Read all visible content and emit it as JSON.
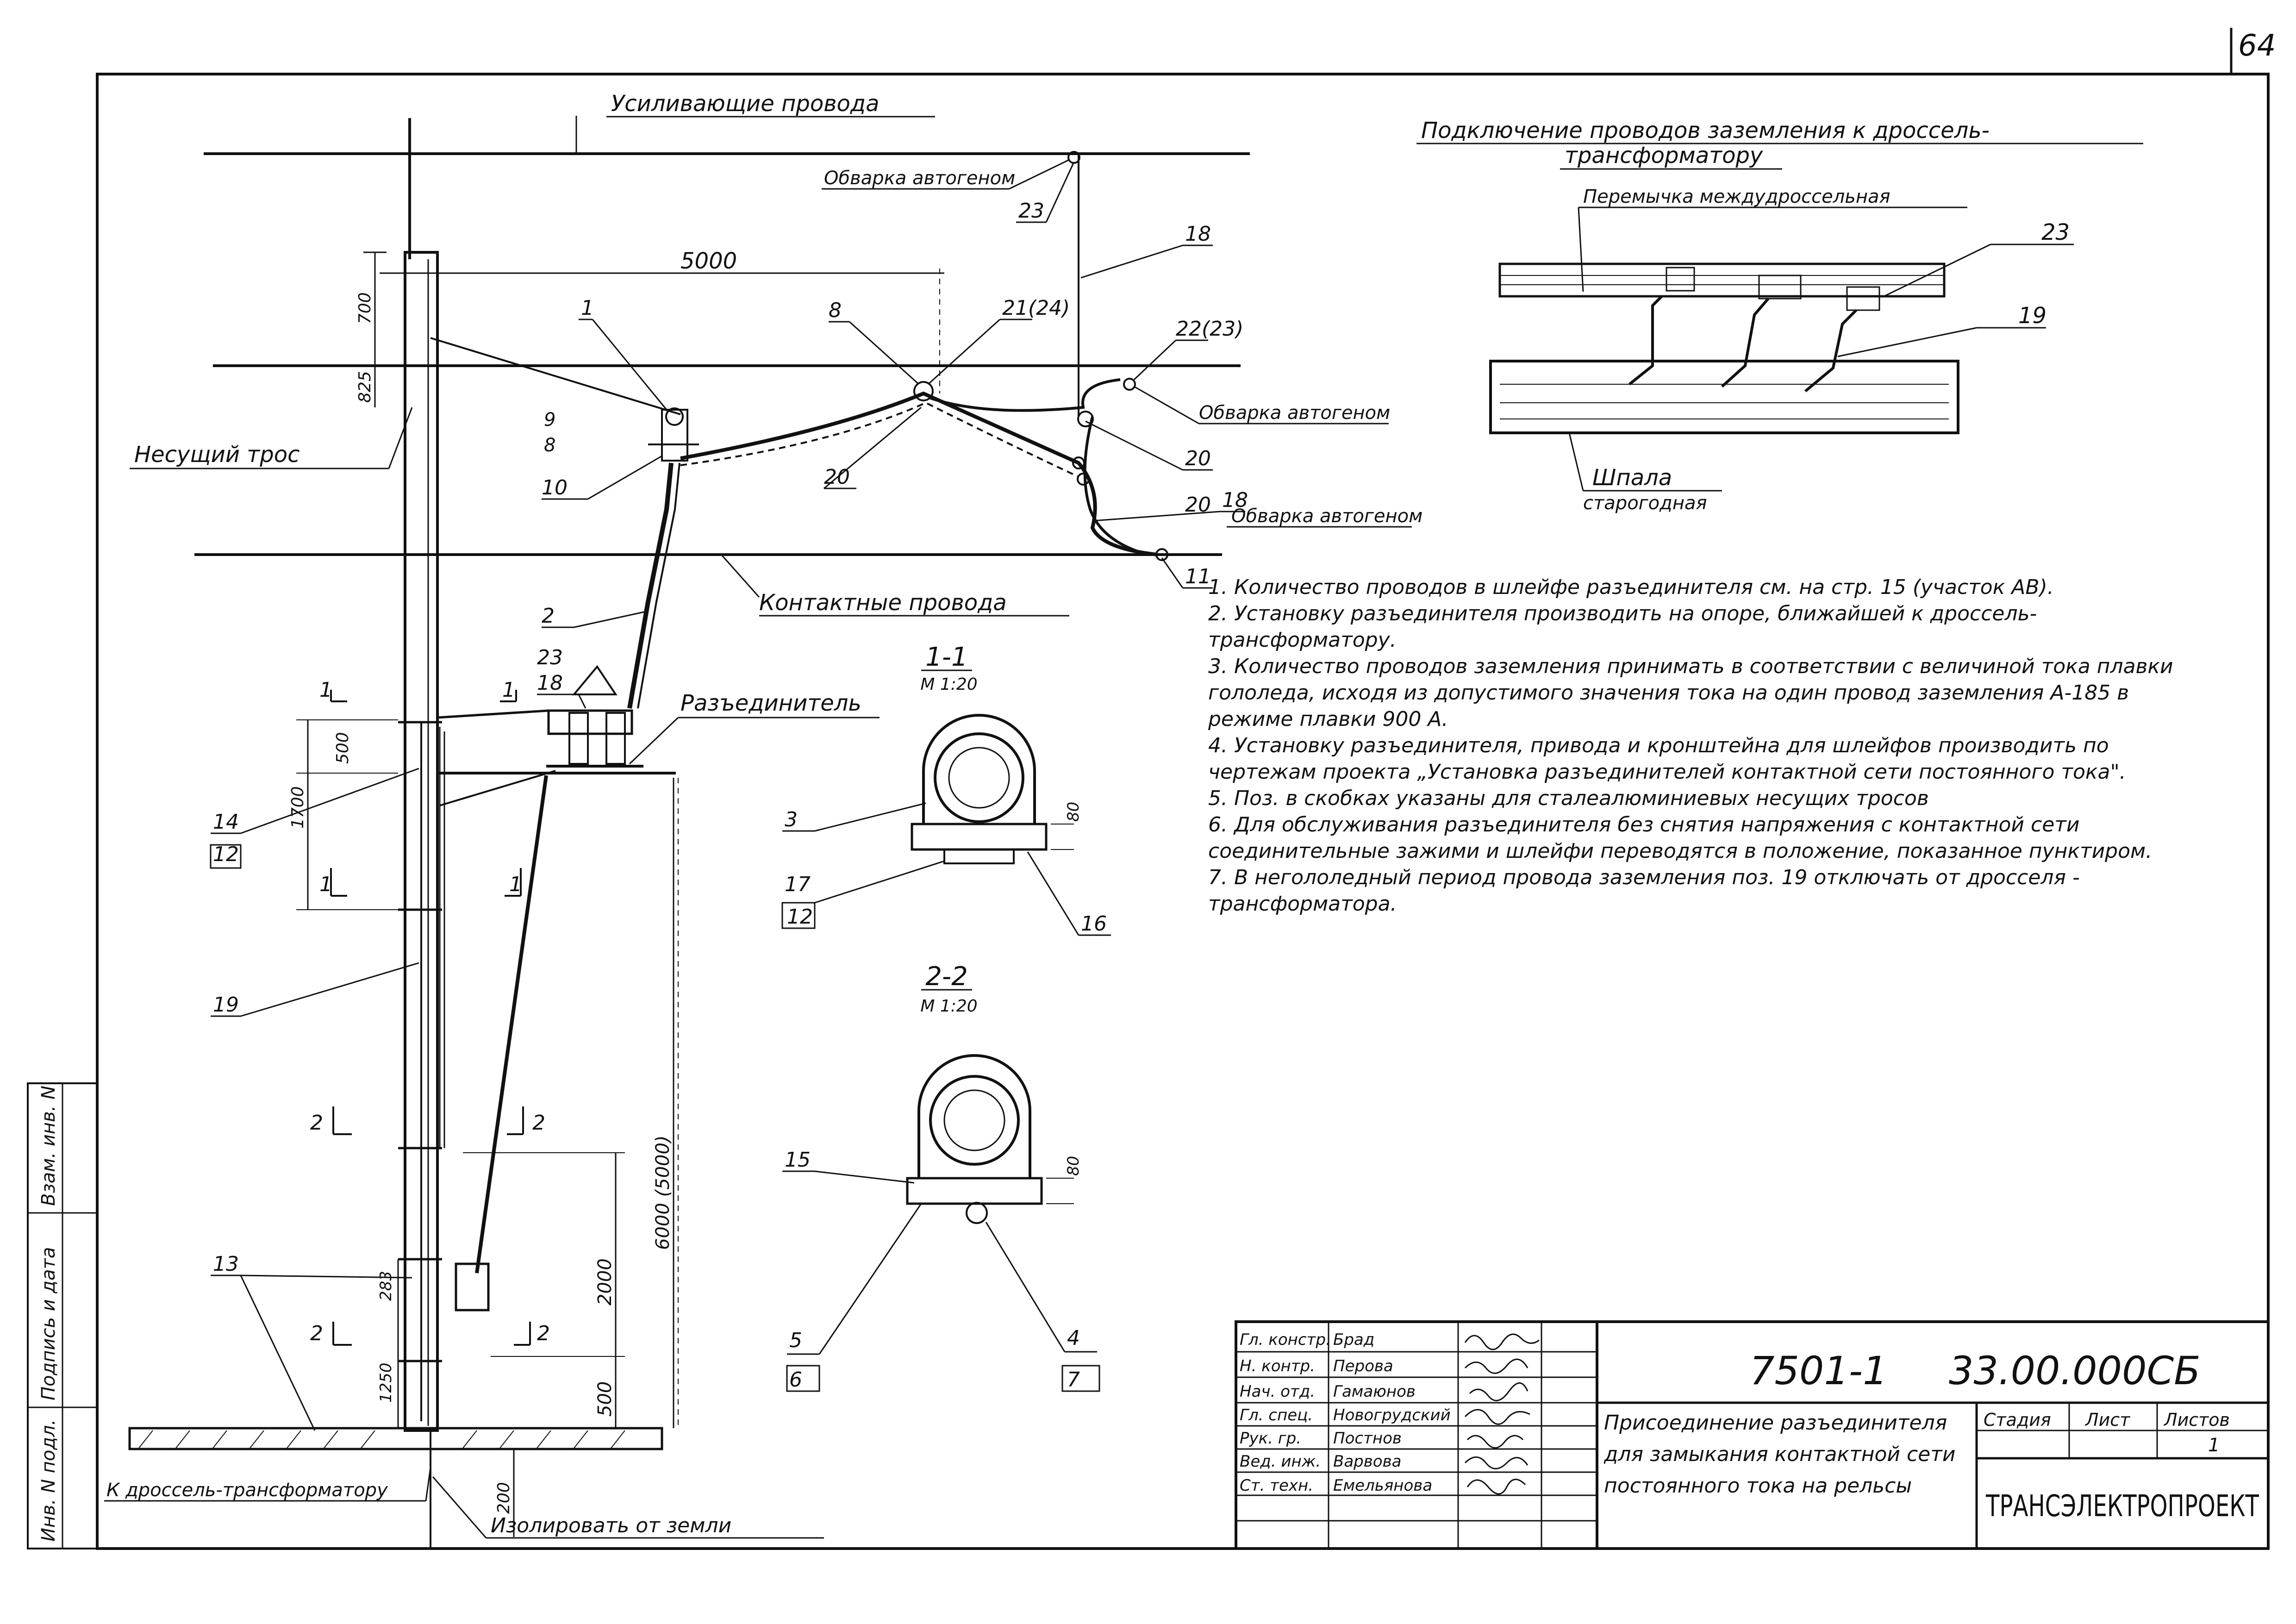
{
  "sheet": {
    "page_number": "64"
  },
  "overhead": {
    "reinforcing_wires": "Усиливающие провода",
    "weld_label": "Обварка автогеном",
    "messenger_cable": "Несущий трос",
    "contact_wires": "Контактные провода",
    "disconnector": "Разъединитель",
    "to_choke": "К дроссель-трансформатору",
    "insulate": "Изолировать от земли"
  },
  "dimensions": {
    "span": "5000",
    "d700": "700",
    "d825": "825",
    "d500_top": "500",
    "d1700": "1700",
    "d6000": "6000 (5000)",
    "d2000": "2000",
    "d500_bottom": "500",
    "d283": "283",
    "d1250": "1250",
    "d200": "200",
    "d80a": "80",
    "d80b": "80"
  },
  "positions": [
    "1",
    "8",
    "21(24)",
    "22(23)",
    "9",
    "8",
    "10",
    "20",
    "20",
    "18",
    "11",
    "2",
    "23",
    "18",
    "14",
    "12",
    "19",
    "13",
    "23",
    "18",
    "20",
    "3",
    "17",
    "12",
    "16",
    "15",
    "5",
    "6",
    "4",
    "7"
  ],
  "sections": {
    "s1_title": "1-1",
    "s1_scale": "М 1:20",
    "s2_title": "2-2",
    "s2_scale": "М 1:20",
    "mark1": "1",
    "mark2": "2"
  },
  "inset": {
    "title_line1": "Подключение проводов заземления к дроссель-",
    "title_line2": "трансформатору",
    "jumper": "Перемычка междудроссельная",
    "pos23": "23",
    "pos19": "19",
    "sleeper": "Шпала",
    "sleeper_sub": "старогодная"
  },
  "notes": [
    "1. Количество проводов в шлейфе разъединителя см. на стр. 15 (участок АВ).",
    "2. Установку разъединителя производить на опоре, ближайшей к дроссель-трансформатору.",
    "3. Количество проводов заземления принимать в соответствии с величиной тока плавки гололеда, исходя из допустимого значения тока на один провод заземления А-185 в режиме плавки 900 А.",
    "4. Установку разъединителя, привода и кронштейна для шлейфов производить по чертежам проекта „Установка разъединителей контактной сети постоянного тока\".",
    "5. Поз. в скобках указаны для сталеалюминиевых несущих тросов",
    "6. Для обслуживания разъединителя без снятия напряжения с контактной сети соединительные зажими и шлейфи переводятся в положение, показанное пунктиром.",
    "7. В негололедный период провода заземления поз. 19 отключать от дросселя - трансформатора."
  ],
  "title_block": {
    "doc_code": "7501-1",
    "doc_number": "33.00.000СБ",
    "title": "Присоединение разъединителя для замыкания контактной сети постоянного тока на рельсы",
    "stage_label": "Стадия",
    "sheet_label": "Лист",
    "sheets_label": "Листов",
    "sheet_value": "",
    "sheets_value": "1",
    "org": "ТРАНСЭЛЕКТРОПРОЕКТ",
    "roles": [
      "Гл. констр.",
      "Н. контр.",
      "Нач. отд.",
      "Гл. спец.",
      "Рук. гр.",
      "Вед. инж.",
      "Ст. техн."
    ],
    "names": [
      "Брад",
      "Перова",
      "Гамаюнов",
      "Новогрудский",
      "Постнов",
      "Варвова",
      "Емельянова"
    ]
  },
  "side_stamp": [
    "Инв. N подл.",
    "Подпись и дата",
    "Взам. инв. N"
  ]
}
